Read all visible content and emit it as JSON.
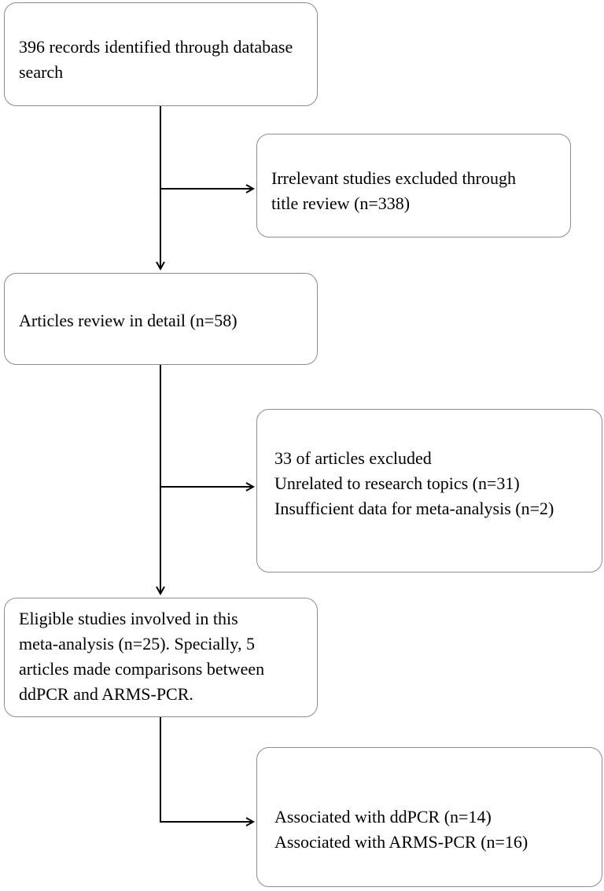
{
  "flow": {
    "identified": {
      "lines": [
        "396 records identified through database",
        "search"
      ]
    },
    "excluded_title": {
      "lines": [
        "Irrelevant studies excluded through",
        "title review (n=338)"
      ]
    },
    "detail_review": {
      "lines": [
        "Articles review in detail (n=58)"
      ]
    },
    "excluded_articles": {
      "lines": [
        "33 of articles excluded",
        "Unrelated to research topics (n=31)",
        "Insufficient data for meta-analysis (n=2)"
      ]
    },
    "eligible": {
      "lines": [
        "Eligible studies involved in this",
        "meta-analysis (n=25). Specially, 5",
        "articles made comparisons between",
        "ddPCR and ARMS-PCR."
      ]
    },
    "associated": {
      "lines": [
        "Associated with ddPCR (n=14)",
        "Associated with ARMS-PCR (n=16)"
      ]
    }
  }
}
